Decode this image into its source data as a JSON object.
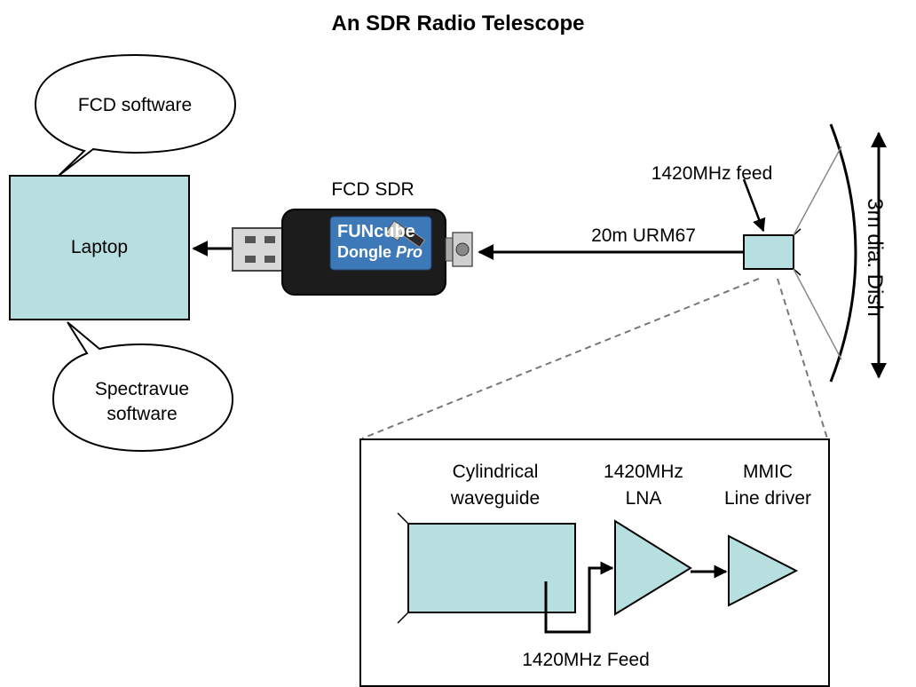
{
  "title": "An SDR Radio Telescope",
  "laptop": {
    "label": "Laptop"
  },
  "bubbles": {
    "fcd_software": "FCD software",
    "spectravue_line1": "Spectravue",
    "spectravue_line2": "software"
  },
  "dongle": {
    "label": "FCD SDR",
    "brand_line1": "FUNcube",
    "brand_line2": "Dongle",
    "brand_line2_italic": "Pro"
  },
  "cable": {
    "label": "20m URM67"
  },
  "feed": {
    "label": "1420MHz feed"
  },
  "dish": {
    "label": "3m dia. Dish"
  },
  "inset": {
    "waveguide_line1": "Cylindrical",
    "waveguide_line2": "waveguide",
    "lna_line1": "1420MHz",
    "lna_line2": "LNA",
    "mmic_line1": "MMIC",
    "mmic_line2": "Line driver",
    "feed_label": "1420MHz Feed"
  },
  "colors": {
    "fill": "#b7dfe0",
    "dongle_body": "#1c1c1c",
    "dongle_label": "#3d78b8"
  }
}
